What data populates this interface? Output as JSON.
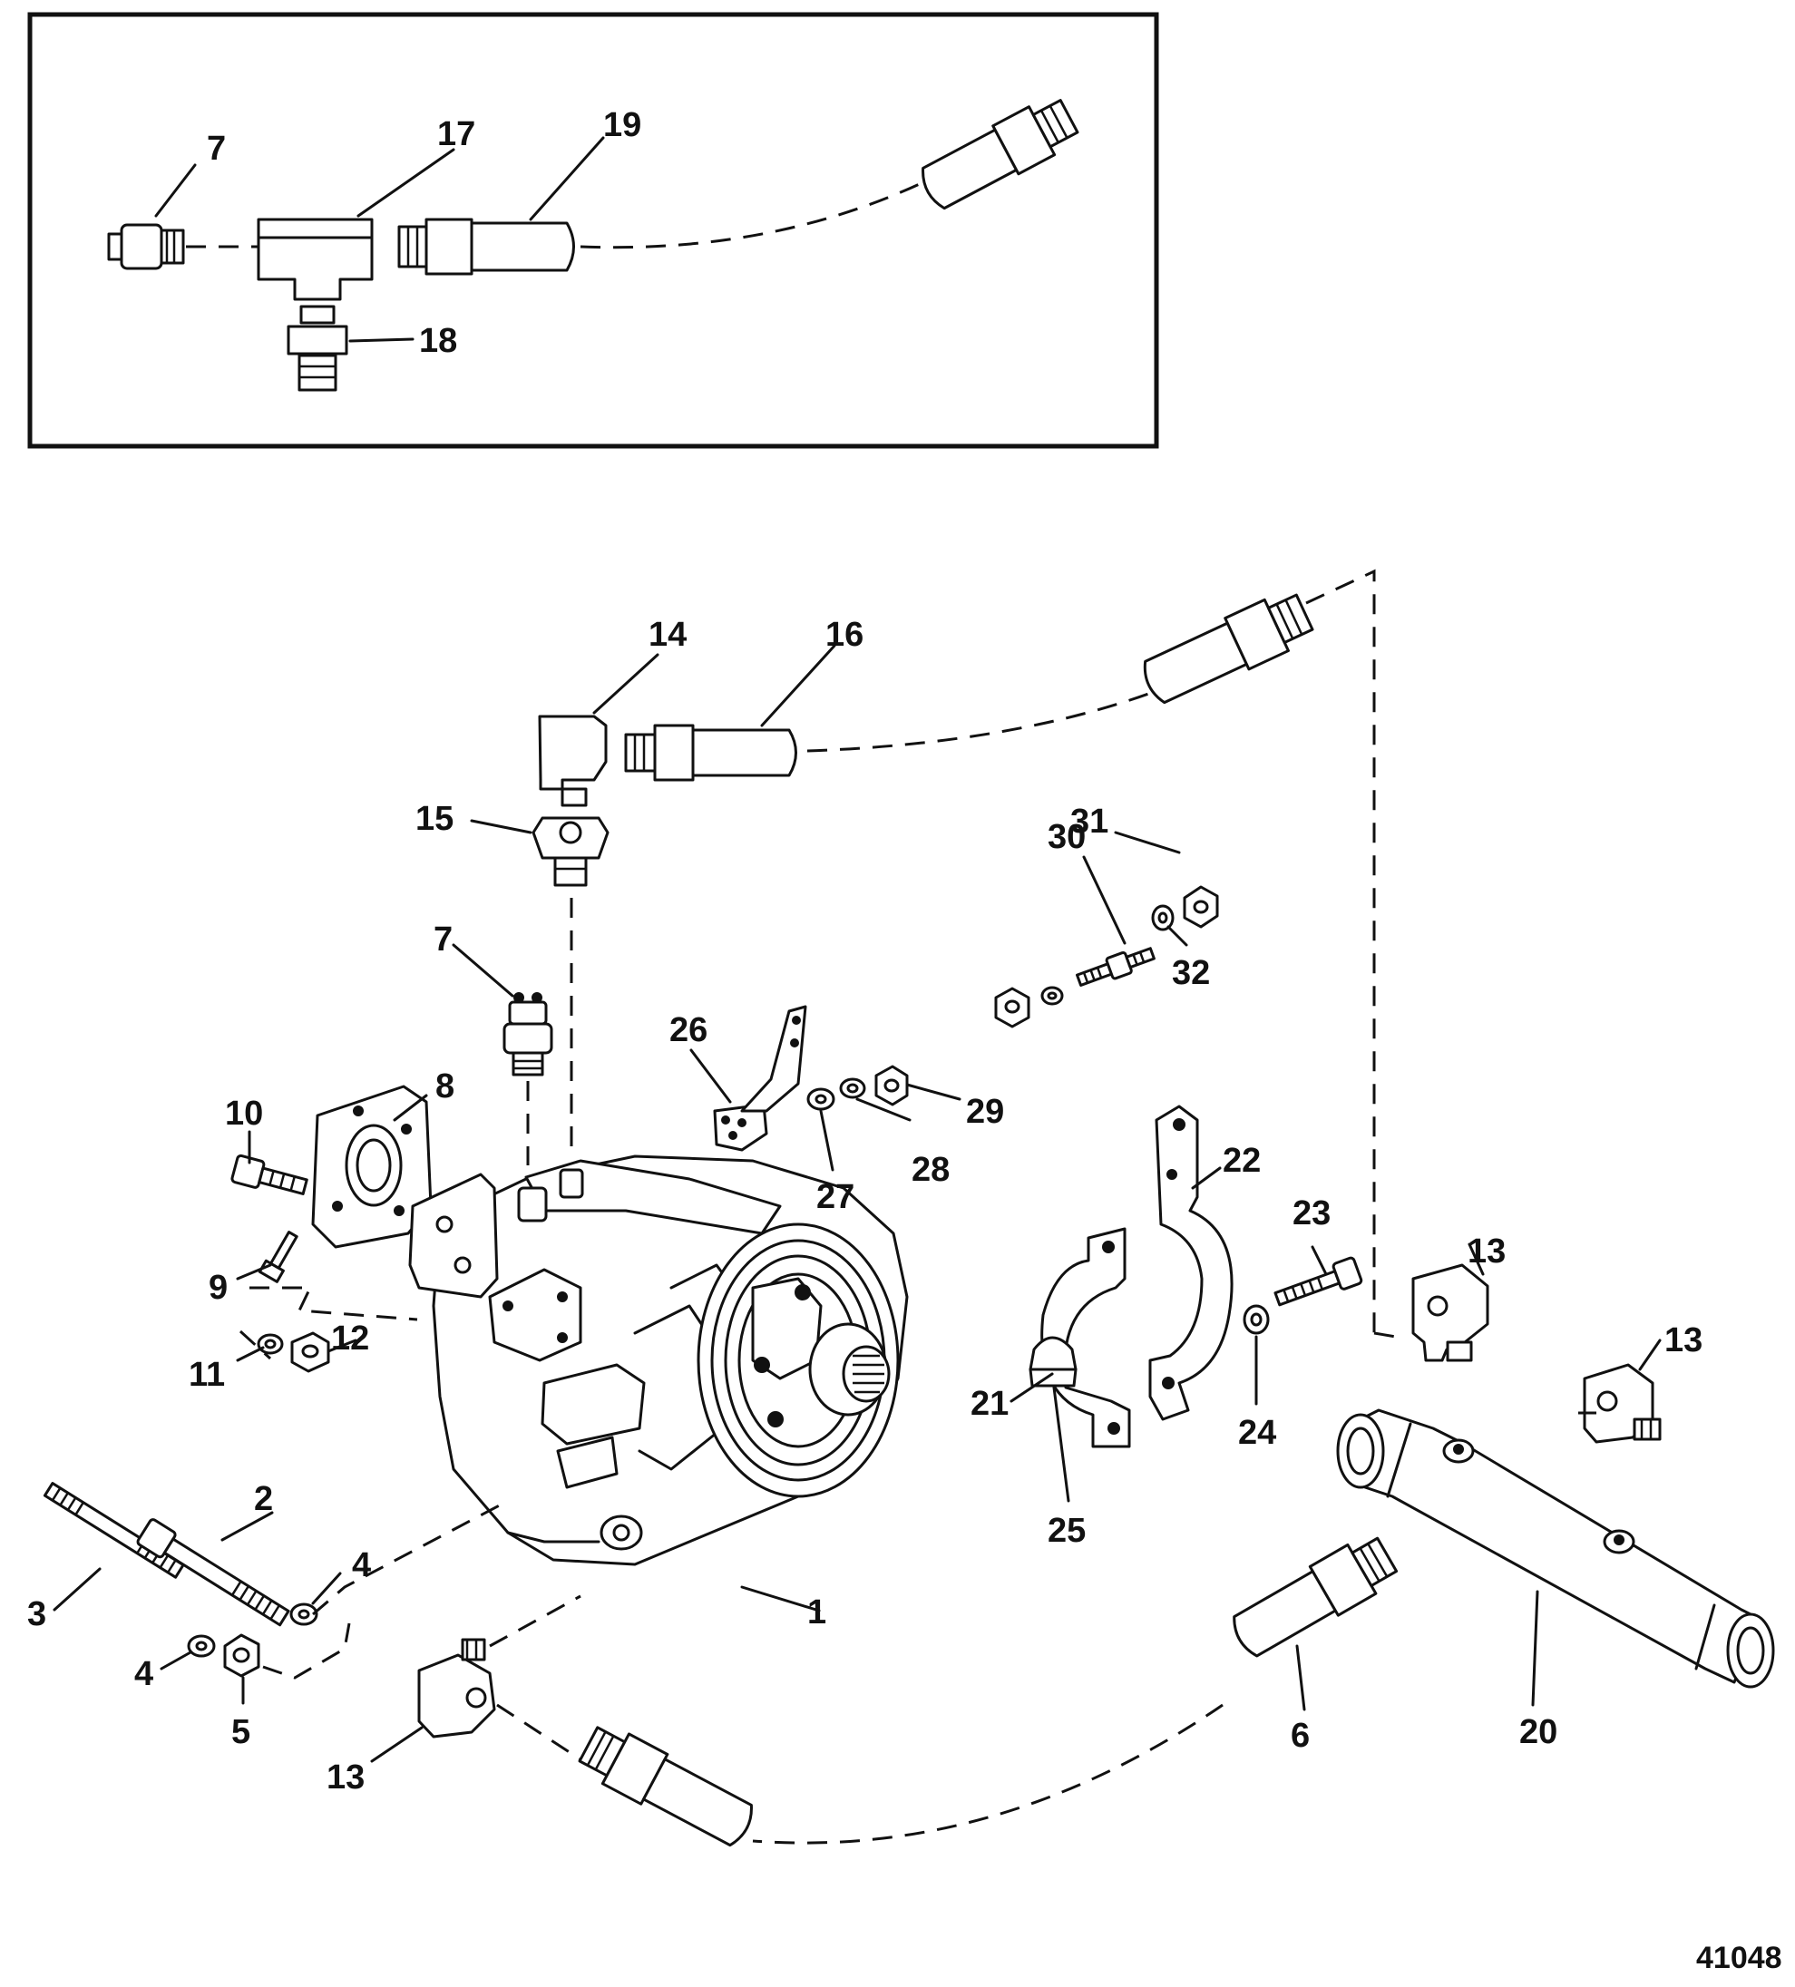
{
  "figure_number": "41048",
  "inset": {
    "callouts": [
      "7",
      "17",
      "19",
      "18"
    ]
  },
  "callouts": {
    "c1": "1",
    "c2": "2",
    "c3": "3",
    "c4a": "4",
    "c4b": "4",
    "c5": "5",
    "c6": "6",
    "c7": "7",
    "c8": "8",
    "c9": "9",
    "c10": "10",
    "c11": "11",
    "c12": "12",
    "c13a": "13",
    "c13b": "13",
    "c13c": "13",
    "c14": "14",
    "c15": "15",
    "c16": "16",
    "c20": "20",
    "c21": "21",
    "c22": "22",
    "c23": "23",
    "c24": "24",
    "c25": "25",
    "c26": "26",
    "c27": "27",
    "c28": "28",
    "c29": "29",
    "c30": "30",
    "c31": "31",
    "c32": "32"
  }
}
